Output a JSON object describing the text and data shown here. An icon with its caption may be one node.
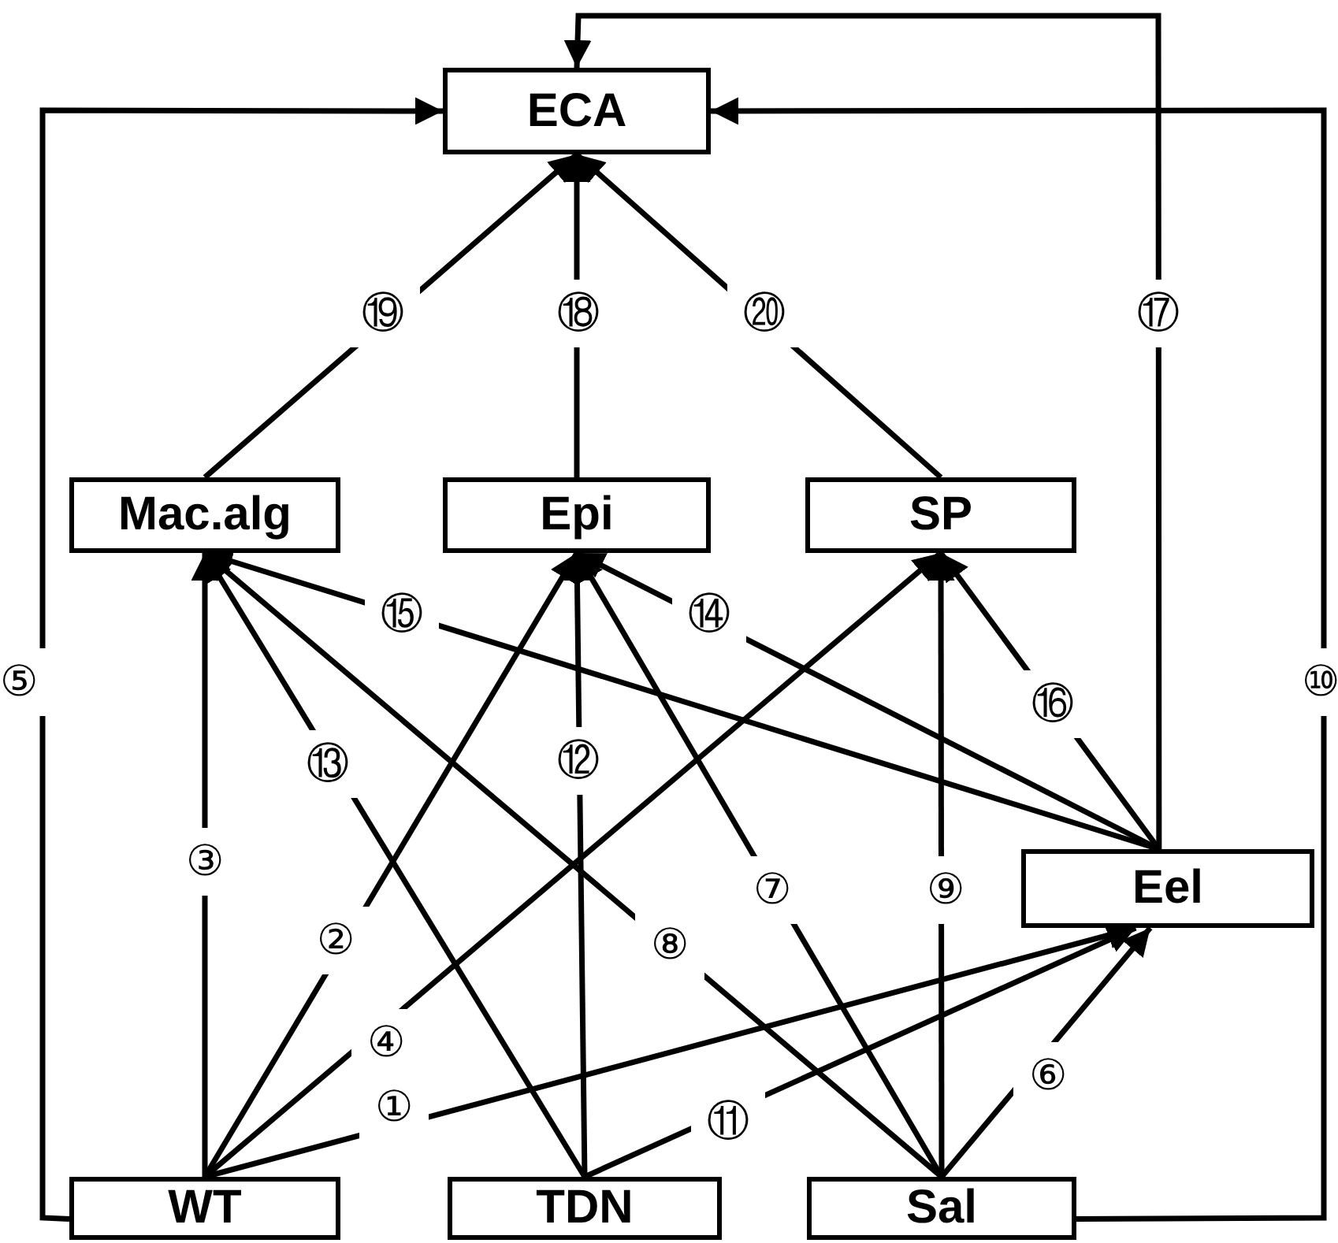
{
  "diagram": {
    "nodes": [
      {
        "text": [
          "ECA"
        ]
      },
      {
        "text": [
          "Mac.alg"
        ]
      },
      {
        "text": [
          "Epi"
        ]
      },
      {
        "text": [
          "SP"
        ]
      },
      {
        "text": [
          "Eel"
        ]
      },
      {
        "text": [
          "WT"
        ]
      },
      {
        "text": [
          "TDN"
        ]
      },
      {
        "text": [
          "Sal"
        ]
      }
    ],
    "edges": [
      {
        "from": 5,
        "to": 4,
        "arrow": "to",
        "label": "①"
      },
      {
        "from": 5,
        "to": 2,
        "arrow": "to",
        "label": "②"
      },
      {
        "from": 5,
        "to": 1,
        "arrow": "to",
        "label": "③"
      },
      {
        "from": 5,
        "to": 3,
        "arrow": "to",
        "label": "④"
      },
      {
        "from": 5,
        "to": 0,
        "arrow": "to",
        "label": "⑤"
      },
      {
        "from": 7,
        "to": 4,
        "arrow": "to",
        "label": "⑥"
      },
      {
        "from": 7,
        "to": 2,
        "arrow": "to",
        "label": "⑦"
      },
      {
        "from": 7,
        "to": 1,
        "arrow": "to",
        "label": "⑧"
      },
      {
        "from": 7,
        "to": 3,
        "arrow": "to",
        "label": "⑨"
      },
      {
        "from": 7,
        "to": 0,
        "arrow": "to",
        "label": "⑩"
      },
      {
        "from": 6,
        "to": 4,
        "arrow": "to",
        "label": "⑪"
      },
      {
        "from": 6,
        "to": 2,
        "arrow": "to",
        "label": "⑫"
      },
      {
        "from": 6,
        "to": 1,
        "arrow": "to",
        "label": "⑬"
      },
      {
        "from": 4,
        "to": 2,
        "arrow": "to",
        "label": "⑭"
      },
      {
        "from": 4,
        "to": 1,
        "arrow": "to",
        "label": "⑮"
      },
      {
        "from": 4,
        "to": 3,
        "arrow": "to",
        "label": "⑯"
      },
      {
        "from": 4,
        "to": 0,
        "arrow": "to",
        "label": "⑰"
      },
      {
        "from": 2,
        "to": 0,
        "arrow": "to",
        "label": "⑱"
      },
      {
        "from": 1,
        "to": 0,
        "arrow": "to",
        "label": "⑲"
      },
      {
        "from": 3,
        "to": 0,
        "arrow": "to",
        "label": "⑳"
      }
    ]
  }
}
